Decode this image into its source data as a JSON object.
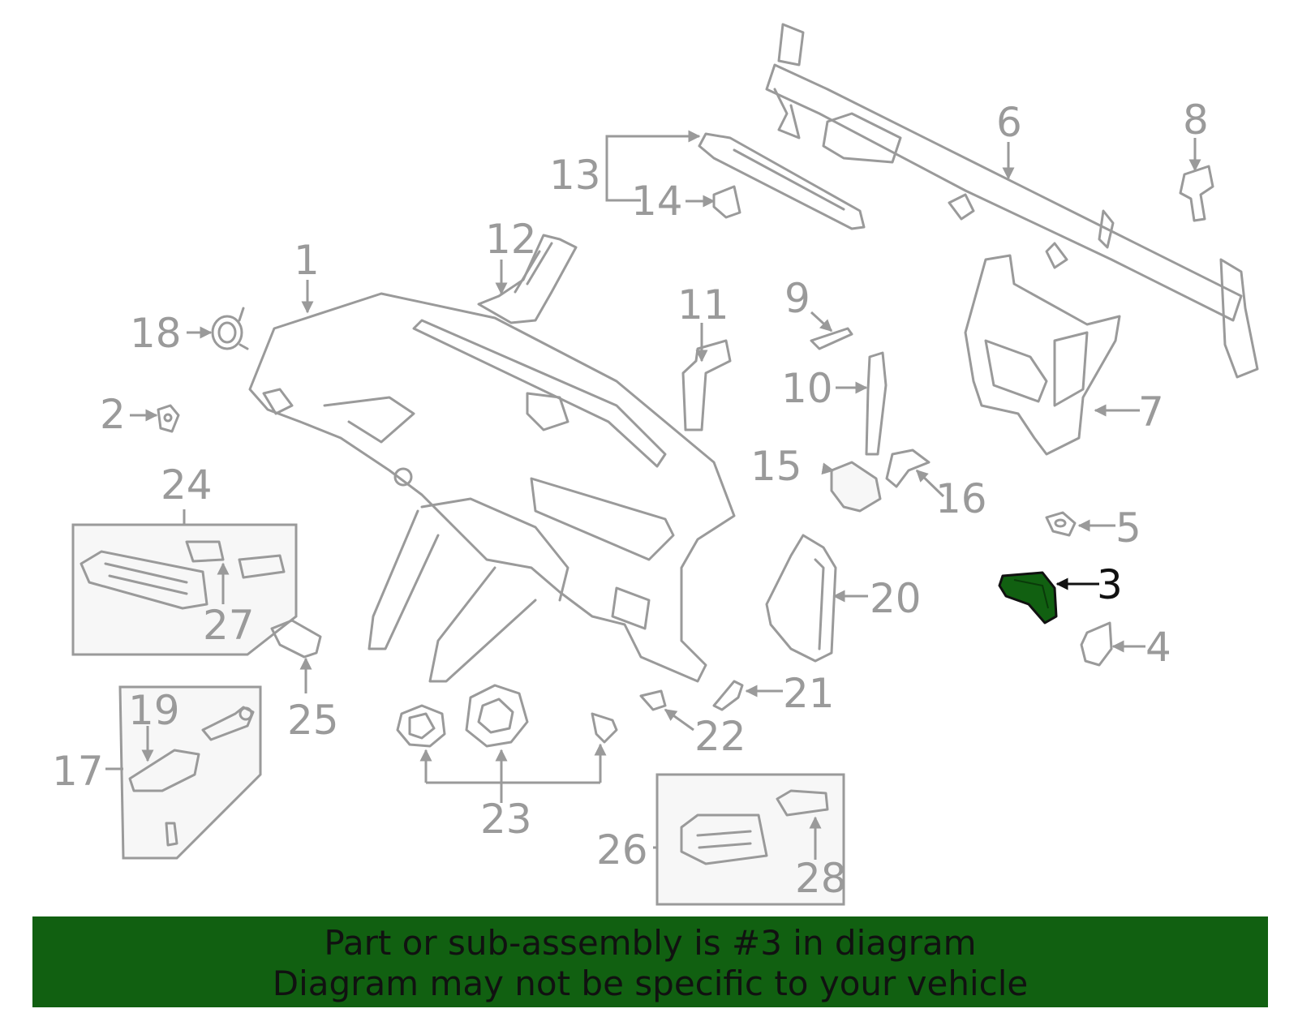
{
  "callouts": {
    "c1": "1",
    "c2": "2",
    "c3": "3",
    "c4": "4",
    "c5": "5",
    "c6": "6",
    "c7": "7",
    "c8": "8",
    "c9": "9",
    "c10": "10",
    "c11": "11",
    "c12": "12",
    "c13": "13",
    "c14": "14",
    "c15": "15",
    "c16": "16",
    "c17": "17",
    "c18": "18",
    "c19": "19",
    "c20": "20",
    "c21": "21",
    "c22": "22",
    "c23": "23",
    "c24": "24",
    "c25": "25",
    "c26": "26",
    "c27": "27",
    "c28": "28"
  },
  "highlight": {
    "part": "3",
    "color": "#116011"
  },
  "banner": {
    "line1": "Part or sub-assembly is #3 in diagram",
    "line2": "Diagram may not be specific to your vehicle",
    "background": "#116011"
  }
}
